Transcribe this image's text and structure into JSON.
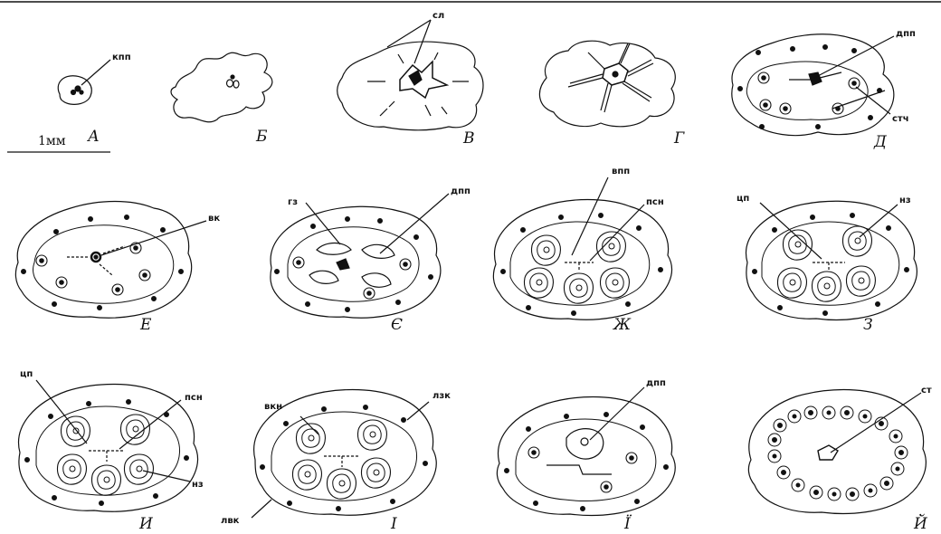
{
  "figure": {
    "scale_label": "1мм",
    "panels": [
      {
        "id": "A",
        "letter": "А",
        "labels": [
          "кпп"
        ]
      },
      {
        "id": "B",
        "letter": "Б",
        "labels": []
      },
      {
        "id": "V",
        "letter": "В",
        "labels": [
          "сл"
        ]
      },
      {
        "id": "G",
        "letter": "Г",
        "labels": []
      },
      {
        "id": "D",
        "letter": "Д",
        "labels": [
          "дпп",
          "стч"
        ]
      },
      {
        "id": "E",
        "letter": "Е",
        "labels": [
          "вк"
        ]
      },
      {
        "id": "YE",
        "letter": "Є",
        "labels": [
          "гз",
          "дпп"
        ]
      },
      {
        "id": "ZH",
        "letter": "Ж",
        "labels": [
          "впп",
          "псн"
        ]
      },
      {
        "id": "Z",
        "letter": "З",
        "labels": [
          "цп",
          "нз"
        ]
      },
      {
        "id": "Y",
        "letter": "И",
        "labels": [
          "цп",
          "псн",
          "нз"
        ]
      },
      {
        "id": "I",
        "letter": "І",
        "labels": [
          "вкн",
          "лзк",
          "лвк"
        ]
      },
      {
        "id": "YI",
        "letter": "Ї",
        "labels": [
          "дпп"
        ]
      },
      {
        "id": "J",
        "letter": "Й",
        "labels": [
          "ст"
        ]
      }
    ]
  }
}
